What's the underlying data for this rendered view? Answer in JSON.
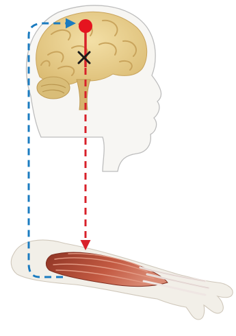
{
  "diagram": {
    "colors": {
      "background": "#ffffff",
      "brain": "#e8cf8e",
      "brain_fold": "#c9a45c",
      "cerebellum": "#d9bd78",
      "head_outline": "#bdbdbd",
      "skin": "#f2efe8",
      "muscle": "#b04a36",
      "muscle_light": "#d77b62",
      "tendon": "#efe6e3",
      "feedback_path": "#1a7bc0",
      "motor_path": "#d8202a",
      "lesion_mark": "#1a1a1a",
      "motor_origin": "#e5141f"
    },
    "elements": {
      "head": "head-profile",
      "brain": "brain",
      "arm": "forearm-muscles",
      "motor_origin": "red-dot",
      "lesion": "black-x-mark",
      "motor_path": "red-dashed-arrow-down",
      "feedback_path": "blue-dashed-arrow-loop"
    }
  }
}
